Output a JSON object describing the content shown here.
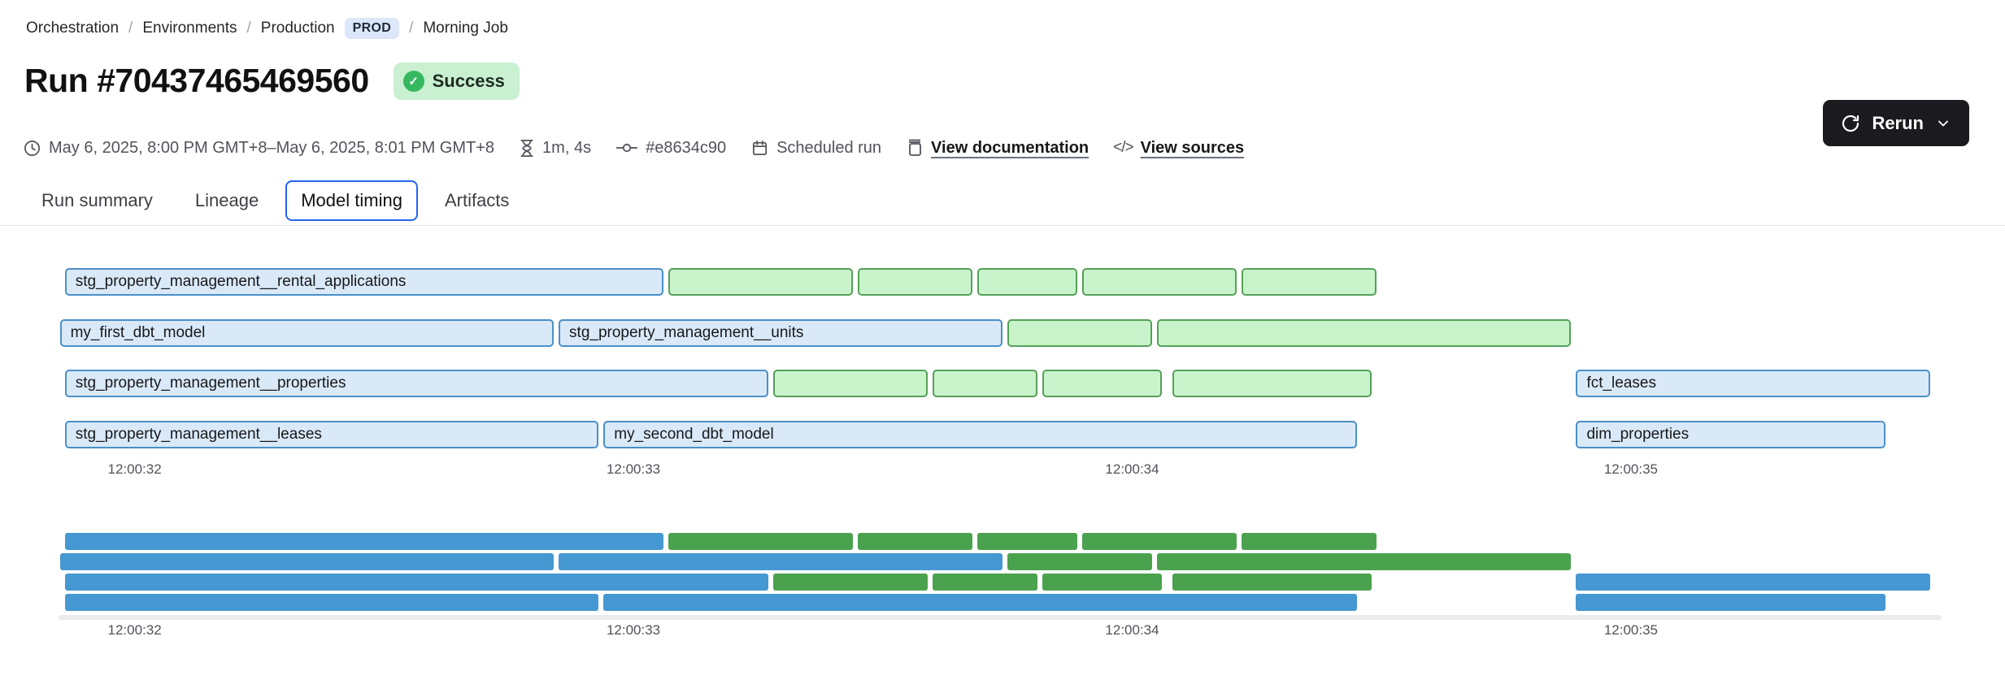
{
  "breadcrumb": {
    "separator": "/",
    "items": [
      "Orchestration",
      "Environments",
      "Production",
      "Morning Job"
    ],
    "env_badge": "PROD"
  },
  "header": {
    "title": "Run #70437465469560",
    "status_label": "Success",
    "check_glyph": "✓"
  },
  "actions": {
    "rerun_label": "Rerun"
  },
  "meta": {
    "time_range": "May 6, 2025, 8:00 PM GMT+8–May 6, 2025, 8:01 PM GMT+8",
    "duration": "1m, 4s",
    "commit": "#e8634c90",
    "trigger": "Scheduled run",
    "documentation_link": "View documentation",
    "sources_link": "View sources",
    "code_glyph": "</>"
  },
  "tabs": [
    {
      "label": "Run summary",
      "active": false
    },
    {
      "label": "Lineage",
      "active": false
    },
    {
      "label": "Model timing",
      "active": true
    },
    {
      "label": "Artifacts",
      "active": false
    }
  ],
  "chart_data": {
    "type": "gantt",
    "x_domain": [
      31.73,
      35.75
    ],
    "x_unit": "seconds after 12:00:00",
    "ticks": [
      {
        "t": 32,
        "label": "12:00:32"
      },
      {
        "t": 33,
        "label": "12:00:33"
      },
      {
        "t": 34,
        "label": "12:00:34"
      },
      {
        "t": 35,
        "label": "12:00:35"
      }
    ],
    "colors": {
      "model_fill": "#d9e9f8",
      "model_border": "#4a90c8",
      "test_fill": "#c9f4cb",
      "test_border": "#55a058",
      "mini_blue": "#4598d1",
      "mini_green": "#4ba24e",
      "accent": "#2563eb",
      "success_bg": "#c9f0d1",
      "success_icon": "#36b860",
      "prod_bg": "#dde7fa"
    },
    "rows": [
      {
        "bars": [
          {
            "label": "stg_property_management__rental_applications",
            "kind": "model",
            "start": 31.86,
            "end": 33.06
          },
          {
            "label": "",
            "kind": "test",
            "start": 33.07,
            "end": 33.44
          },
          {
            "label": "",
            "kind": "test",
            "start": 33.45,
            "end": 33.68
          },
          {
            "label": "",
            "kind": "test",
            "start": 33.69,
            "end": 33.89
          },
          {
            "label": "",
            "kind": "test",
            "start": 33.9,
            "end": 34.21
          },
          {
            "label": "",
            "kind": "test",
            "start": 34.22,
            "end": 34.49
          }
        ]
      },
      {
        "bars": [
          {
            "label": "my_first_dbt_model",
            "kind": "model",
            "start": 31.85,
            "end": 32.84
          },
          {
            "label": "stg_property_management__units",
            "kind": "model",
            "start": 32.85,
            "end": 33.74
          },
          {
            "label": "",
            "kind": "test",
            "start": 33.75,
            "end": 34.04
          },
          {
            "label": "",
            "kind": "test",
            "start": 34.05,
            "end": 34.88
          }
        ]
      },
      {
        "bars": [
          {
            "label": "stg_property_management__properties",
            "kind": "model",
            "start": 31.86,
            "end": 33.27
          },
          {
            "label": "",
            "kind": "test",
            "start": 33.28,
            "end": 33.59
          },
          {
            "label": "",
            "kind": "test",
            "start": 33.6,
            "end": 33.81
          },
          {
            "label": "",
            "kind": "test",
            "start": 33.82,
            "end": 34.06
          },
          {
            "label": "",
            "kind": "test",
            "start": 34.08,
            "end": 34.48
          },
          {
            "label": "fct_leases",
            "kind": "model",
            "start": 34.89,
            "end": 35.6
          }
        ]
      },
      {
        "bars": [
          {
            "label": "stg_property_management__leases",
            "kind": "model",
            "start": 31.86,
            "end": 32.93
          },
          {
            "label": "my_second_dbt_model",
            "kind": "model",
            "start": 32.94,
            "end": 34.45
          },
          {
            "label": "dim_properties",
            "kind": "model",
            "start": 34.89,
            "end": 35.51
          }
        ]
      }
    ]
  }
}
